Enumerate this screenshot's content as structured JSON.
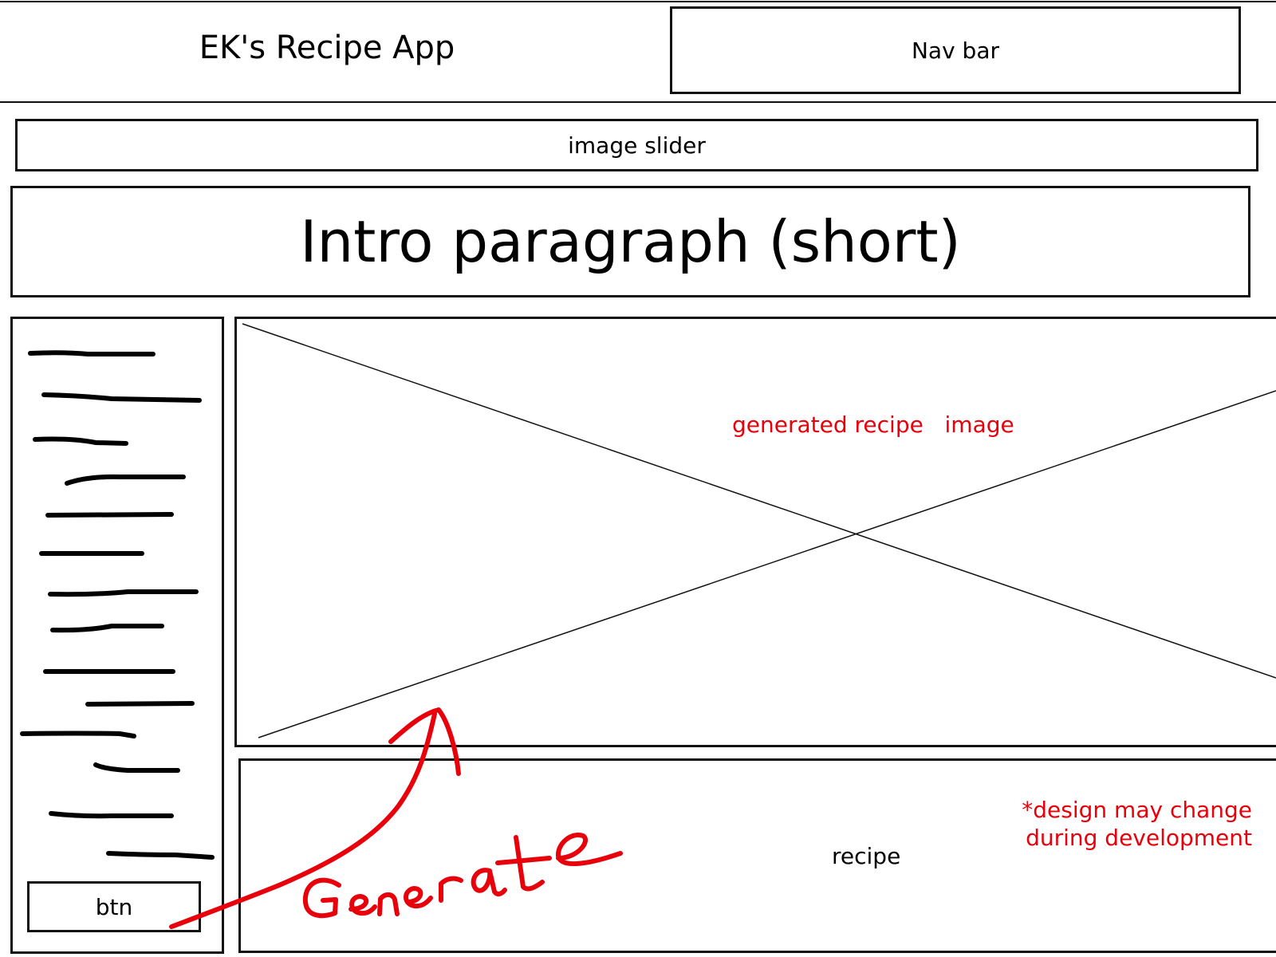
{
  "header": {
    "app_title": "EK's Recipe App",
    "nav_label": "Nav bar"
  },
  "slider": {
    "label": "image slider"
  },
  "intro": {
    "text": "Intro paragraph (short)"
  },
  "sidebar": {
    "button_label": "btn"
  },
  "main": {
    "image_label": "generated recipe   image",
    "recipe_label": "recipe",
    "note_line1": "*design may change",
    "note_line2": "during development"
  },
  "annotation": {
    "handwritten_text": "Generate"
  },
  "colors": {
    "ink": "#111111",
    "annotation": "#e8000b"
  }
}
